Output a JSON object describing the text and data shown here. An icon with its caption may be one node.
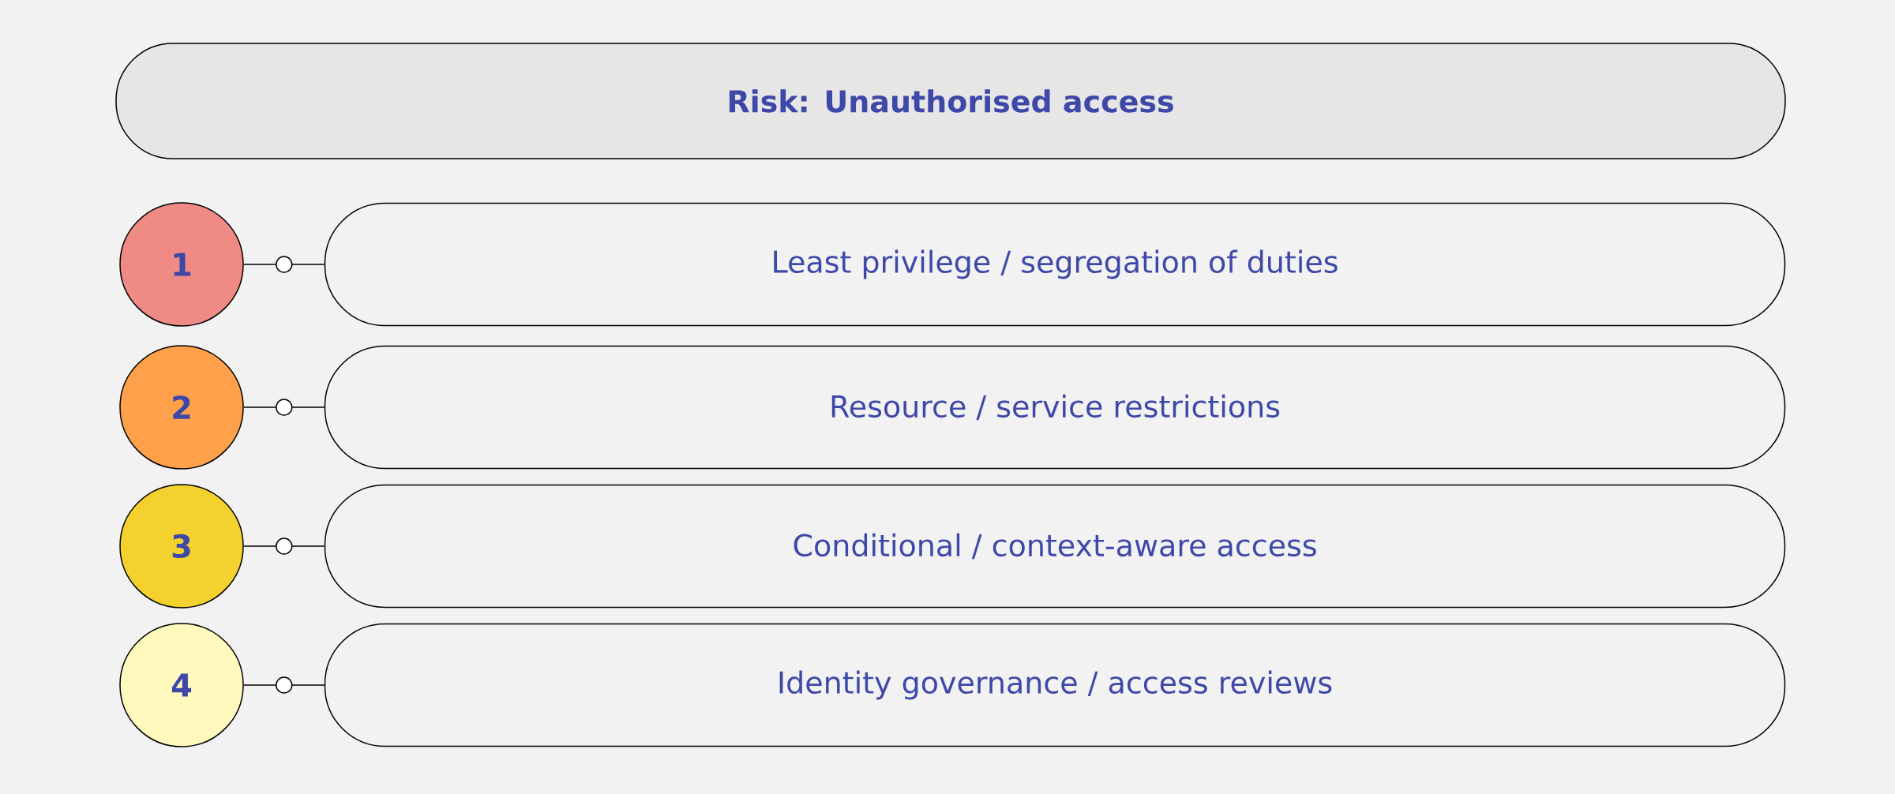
{
  "diagram": {
    "nodes": [
      {
        "text": [
          "Risk: Unauthorised access"
        ]
      },
      {
        "text": [
          "1"
        ]
      },
      {
        "text": [
          "Least privilege / segregation of duties"
        ]
      },
      {
        "text": [
          "2"
        ]
      },
      {
        "text": [
          "Resource / service restrictions"
        ]
      },
      {
        "text": [
          "3"
        ]
      },
      {
        "text": [
          "Conditional / context-aware access"
        ]
      },
      {
        "text": [
          "4"
        ]
      },
      {
        "text": [
          "Identity governance / access reviews"
        ]
      }
    ],
    "edges": [
      {
        "from": 1,
        "to": 2,
        "arrow": "none"
      },
      {
        "from": 3,
        "to": 4,
        "arrow": "none"
      },
      {
        "from": 5,
        "to": 6,
        "arrow": "none"
      },
      {
        "from": 7,
        "to": 8,
        "arrow": "none"
      }
    ]
  }
}
